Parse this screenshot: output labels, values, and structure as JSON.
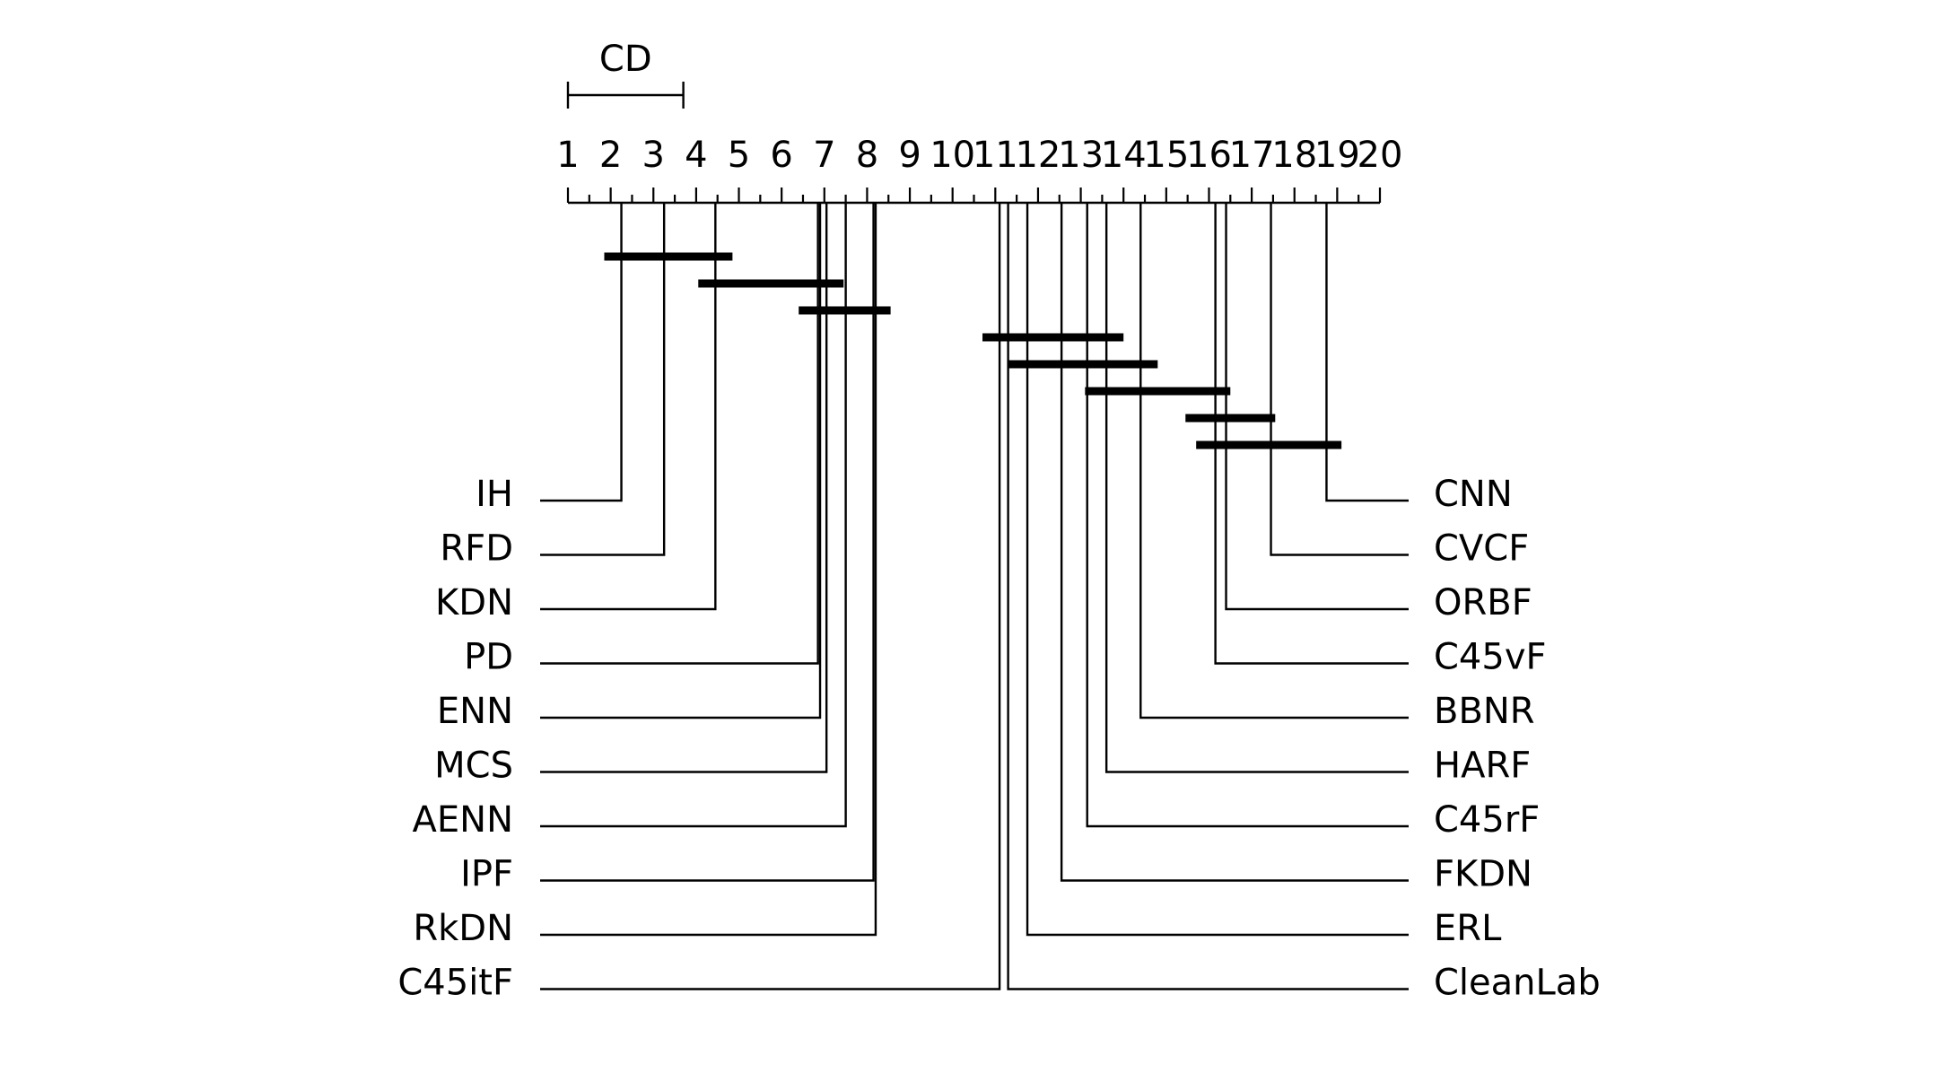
{
  "chart_data": {
    "type": "critical-difference-diagram",
    "axis": {
      "min": 1,
      "max": 20,
      "tick_labels": [
        "1",
        "2",
        "3",
        "4",
        "5",
        "6",
        "7",
        "8",
        "9",
        "10",
        "11",
        "12",
        "13",
        "14",
        "15",
        "16",
        "17",
        "18",
        "19",
        "20"
      ],
      "minor_ticks": true
    },
    "cd_label": "CD",
    "cd_value": 2.7,
    "left_methods": [
      {
        "name": "IH",
        "rank": 2.25
      },
      {
        "name": "RFD",
        "rank": 3.25
      },
      {
        "name": "KDN",
        "rank": 4.45
      },
      {
        "name": "PD",
        "rank": 6.85
      },
      {
        "name": "ENN",
        "rank": 6.9
      },
      {
        "name": "MCS",
        "rank": 7.05
      },
      {
        "name": "AENN",
        "rank": 7.5
      },
      {
        "name": "IPF",
        "rank": 8.15
      },
      {
        "name": "RkDN",
        "rank": 8.2
      },
      {
        "name": "C45itF",
        "rank": 11.1
      }
    ],
    "right_methods": [
      {
        "name": "CNN",
        "rank": 18.75
      },
      {
        "name": "CVCF",
        "rank": 17.45
      },
      {
        "name": "ORBF",
        "rank": 16.4
      },
      {
        "name": "C45vF",
        "rank": 16.15
      },
      {
        "name": "BBNR",
        "rank": 14.4
      },
      {
        "name": "HARF",
        "rank": 13.6
      },
      {
        "name": "C45rF",
        "rank": 13.15
      },
      {
        "name": "FKDN",
        "rank": 12.55
      },
      {
        "name": "ERL",
        "rank": 11.75
      },
      {
        "name": "CleanLab",
        "rank": 11.3
      }
    ],
    "cliques": [
      [
        1.85,
        4.85
      ],
      [
        4.05,
        7.45
      ],
      [
        6.4,
        8.55
      ],
      [
        10.7,
        14.0
      ],
      [
        11.3,
        14.8
      ],
      [
        13.1,
        16.5
      ],
      [
        15.45,
        17.55
      ],
      [
        15.7,
        19.1
      ]
    ]
  }
}
